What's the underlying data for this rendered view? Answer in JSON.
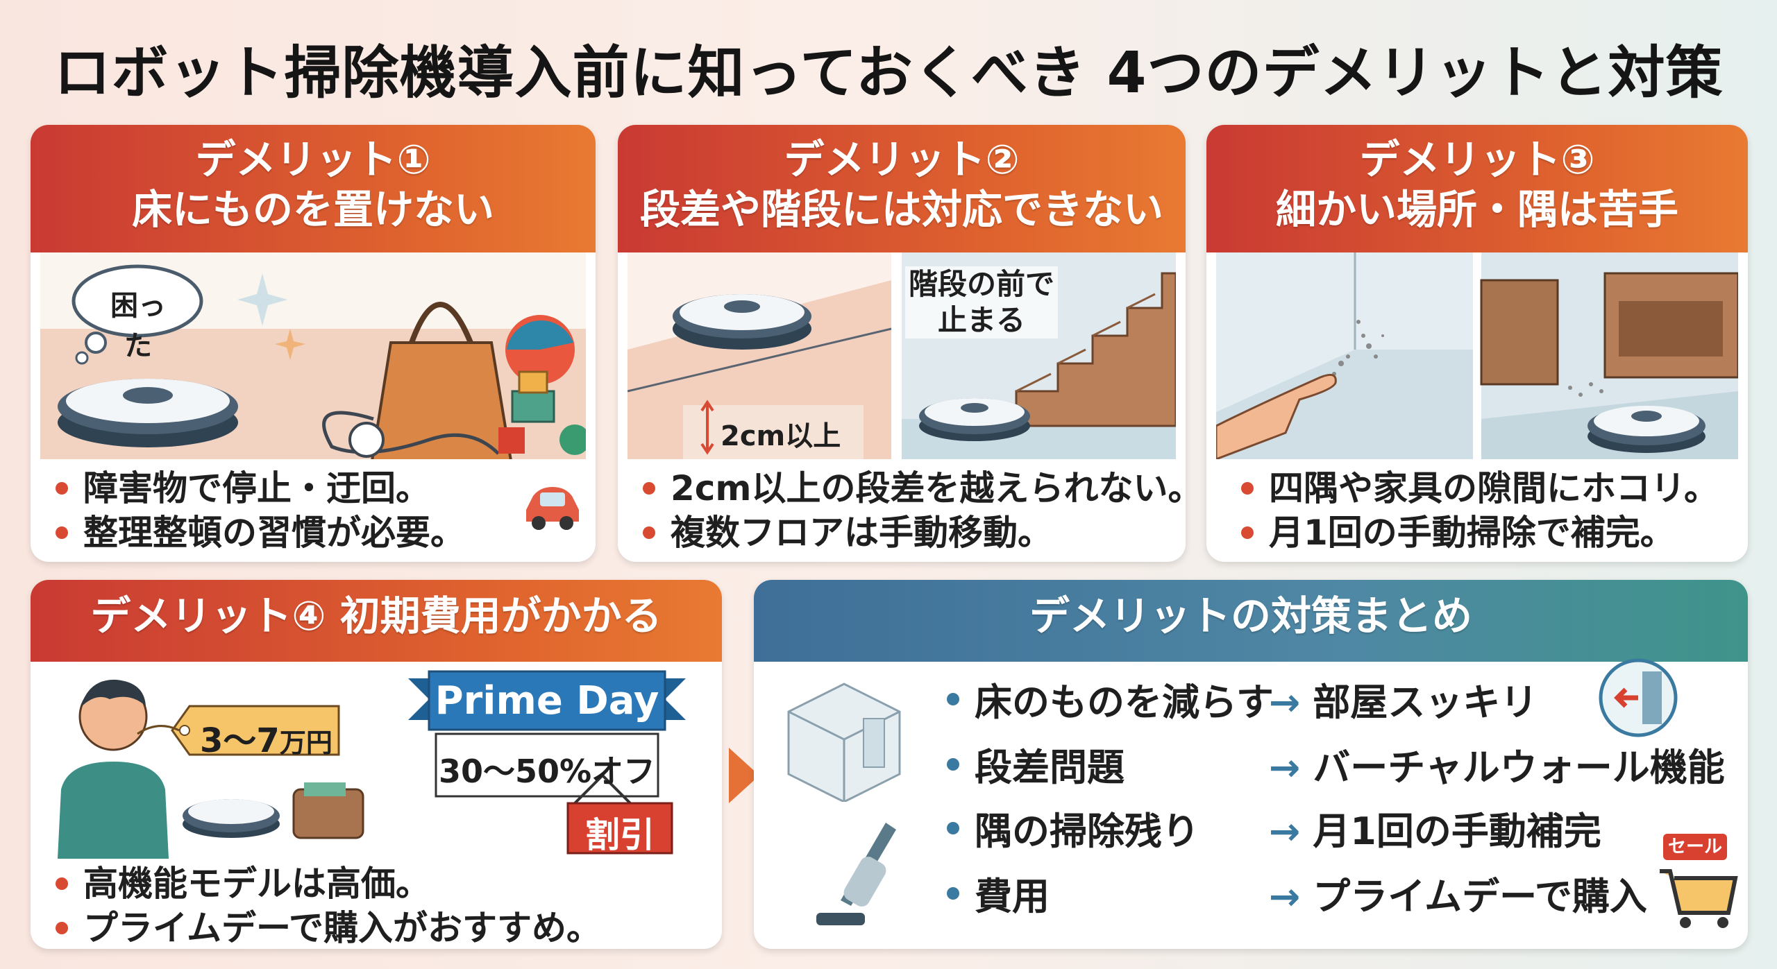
{
  "title": "ロボット掃除機導入前に知っておくべき 4つのデメリットと対策",
  "cards": [
    {
      "label": "デメリット①",
      "subtitle": "床にものを置けない",
      "bubble": "困った",
      "bullets": [
        "障害物で停止・迂回。",
        "整理整頓の習慣が必要。"
      ]
    },
    {
      "label": "デメリット②",
      "subtitle": "段差や階段には対応できない",
      "step_label": "2cm以上",
      "stairs_label_1": "階段の前で",
      "stairs_label_2": "止まる",
      "bullets": [
        "2cm以上の段差を越えられない。",
        "複数フロアは手動移動。"
      ]
    },
    {
      "label": "デメリット③",
      "subtitle": "細かい場所・隅は苦手",
      "bullets": [
        "四隅や家具の隙間にホコリ。",
        "月1回の手動掃除で補完。"
      ]
    },
    {
      "label": "デメリット④ 初期費用がかかる",
      "price_tag": "3～7",
      "price_unit": "万円",
      "banner": "Prime Day",
      "discount": "30〜50%オフ",
      "sign": "割引",
      "bullets": [
        "高機能モデルは高価。",
        "プライムデーで購入がおすすめ。"
      ]
    }
  ],
  "summary": {
    "title": "デメリットの対策まとめ",
    "sale_tag": "セール",
    "rows": [
      {
        "problem": "床のものを減らす",
        "solution": "部屋スッキリ"
      },
      {
        "problem": "段差問題",
        "solution": "バーチャルウォール機能"
      },
      {
        "problem": "隅の掃除残り",
        "solution": "月1回の手動補完"
      },
      {
        "problem": "費用",
        "solution": "プライムデーで購入"
      }
    ]
  },
  "colors": {
    "header_red": "#c93a33",
    "header_orange": "#e87a32",
    "summary_blue": "#3f6f98",
    "summary_teal": "#3f948a",
    "bullet_dot": "#d94a32"
  }
}
